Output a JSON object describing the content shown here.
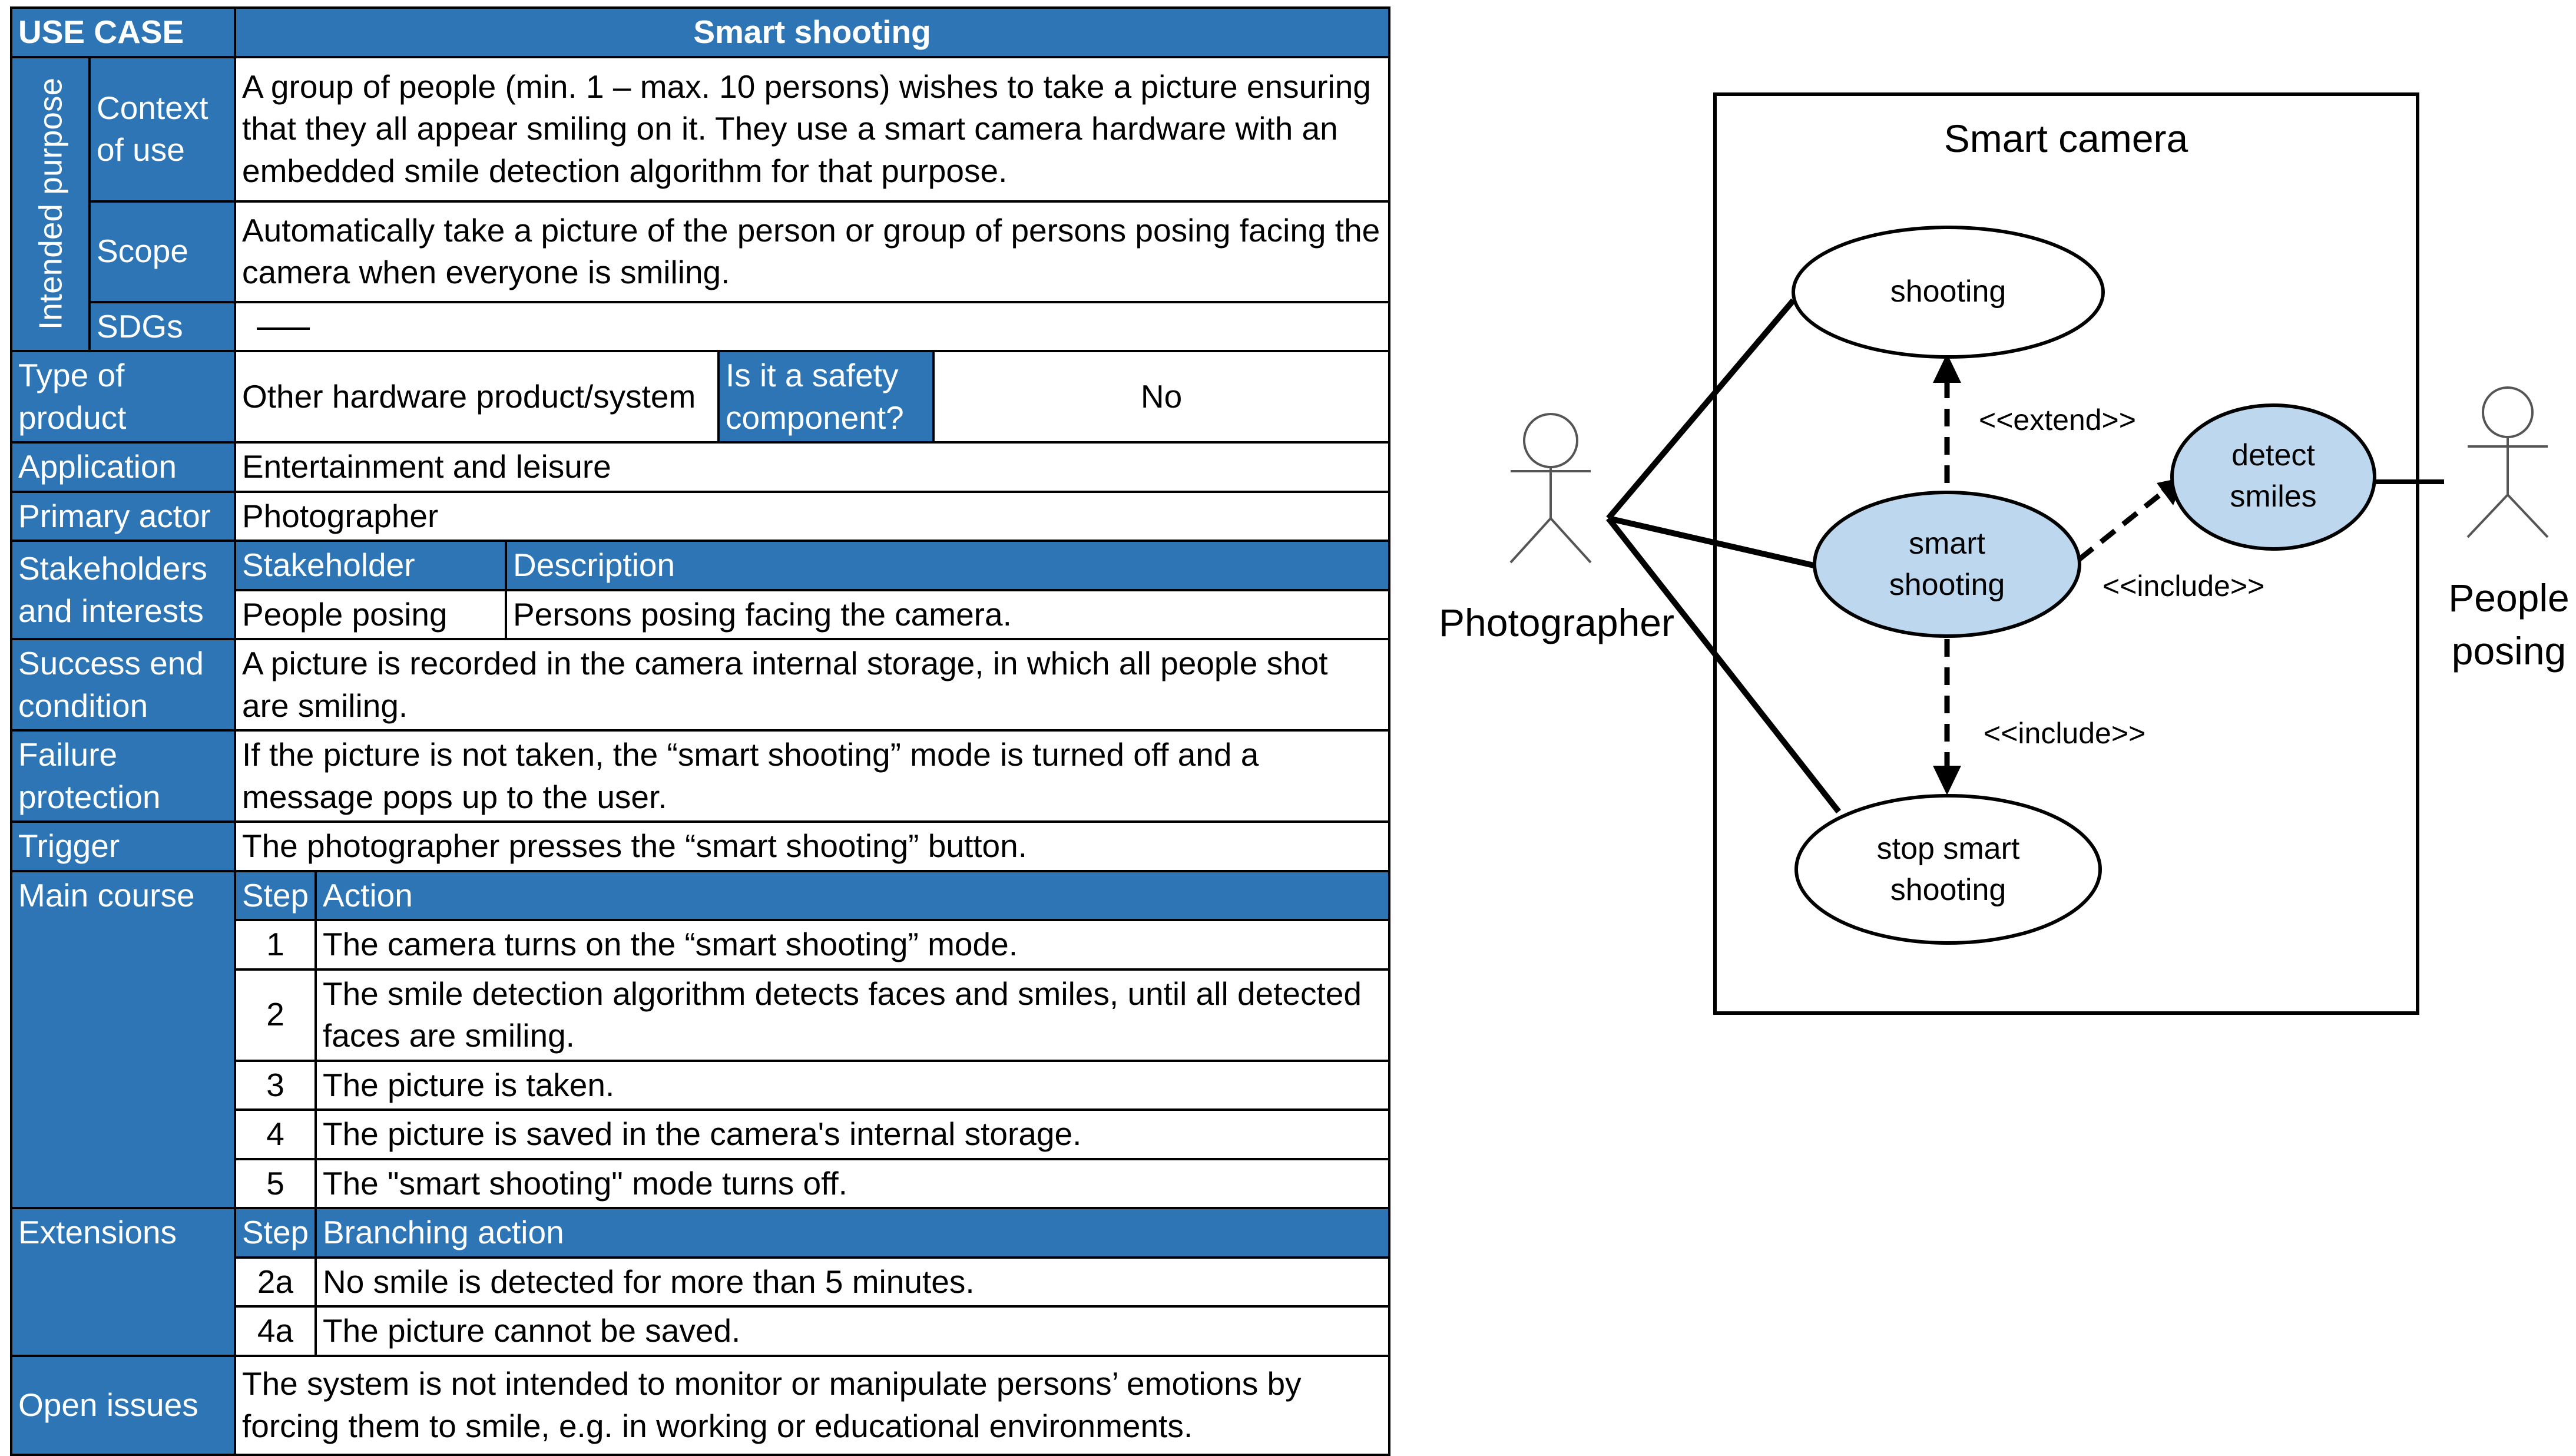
{
  "table": {
    "title_left": "USE CASE",
    "title_right": "Smart shooting",
    "intended_purpose": "Intended purpose",
    "context_label": "Context of use",
    "context_text": "A group of people (min. 1 – max. 10 persons) wishes to take a picture ensuring that they all appear smiling on it. They use a smart camera hardware with an embedded smile detection algorithm for that purpose.",
    "scope_label": "Scope",
    "scope_text": "Automatically take a picture of the person or group of persons posing facing the camera when everyone is smiling.",
    "sdgs_label": "SDGs",
    "sdgs_value": "—",
    "type_label": "Type of product",
    "type_value": "Other hardware product/system",
    "safety_label": "Is it a safety component?",
    "safety_value": "No",
    "application_label": "Application",
    "application_value": "Entertainment and leisure",
    "primary_actor_label": "Primary actor",
    "primary_actor_value": "Photographer",
    "stakeholders_label": "Stakeholders and interests",
    "stakeholder_col": "Stakeholder",
    "description_col": "Description",
    "stakeholder_name": "People posing",
    "stakeholder_desc": "Persons posing facing the camera.",
    "success_label": "Success end condition",
    "success_text": "A picture is recorded in the camera internal storage, in which all people shot are smiling.",
    "failure_label": "Failure protection",
    "failure_text": "If the picture is not taken, the “smart shooting” mode is turned off and a message pops up to the user.",
    "trigger_label": "Trigger",
    "trigger_text": "The photographer presses the “smart shooting” button.",
    "main_course_label": "Main course",
    "step_col": "Step",
    "action_col": "Action",
    "steps": [
      {
        "step": "1",
        "action": "The camera turns on the “smart shooting” mode."
      },
      {
        "step": "2",
        "action": "The smile detection algorithm detects faces and smiles, until all detected faces are smiling."
      },
      {
        "step": "3",
        "action": "The picture is taken."
      },
      {
        "step": "4",
        "action": "The picture is saved in the camera's internal storage."
      },
      {
        "step": "5",
        "action": "The \"smart shooting\" mode turns off."
      }
    ],
    "extensions_label": "Extensions",
    "branching_col": "Branching action",
    "extensions": [
      {
        "step": "2a",
        "action": "No smile is detected for more than 5 minutes."
      },
      {
        "step": "4a",
        "action": "The picture cannot be saved."
      }
    ],
    "open_issues_label": "Open issues",
    "open_issues_text": "The system is not intended to monitor or manipulate persons’ emotions by forcing them to smile, e.g. in working or educational environments."
  },
  "diagram": {
    "system_name": "Smart camera",
    "uc_shooting": "shooting",
    "uc_smart_1": "smart",
    "uc_smart_2": "shooting",
    "uc_detect_1": "detect",
    "uc_detect_2": "smiles",
    "uc_stop_1": "stop smart",
    "uc_stop_2": "shooting",
    "extend_label": "<<extend>>",
    "include_label_1": "<<include>>",
    "include_label_2": "<<include>>",
    "actor_photographer": "Photographer",
    "actor_people_1": "People",
    "actor_people_2": "posing",
    "colors": {
      "header": "#2E75B6",
      "usecase_fill": "#BDD7EE"
    }
  }
}
